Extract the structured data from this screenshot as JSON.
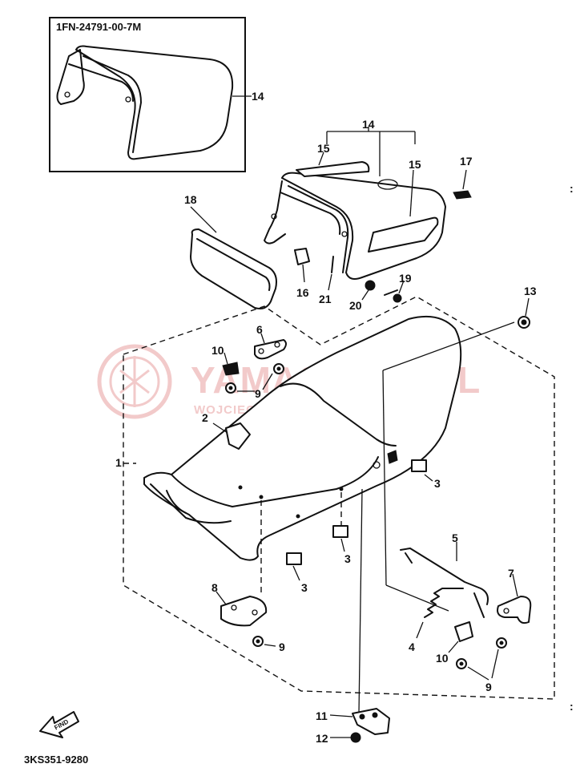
{
  "inset": {
    "part_code": "1FN-24791-00-7M",
    "callout": "14"
  },
  "diagram_code": "3KS351-9280",
  "find_icon": {
    "icon": "find-arrow-icon",
    "label": "FIND"
  },
  "watermark": {
    "brand": "YAMASKLEP.PL",
    "tagline": "WOJCIECHOWICZ - DEALER YAMAHA",
    "color": "#f2caca"
  },
  "callouts": {
    "p1": "1",
    "p2": "2",
    "p3a": "3",
    "p3b": "3",
    "p3c": "3",
    "p4": "4",
    "p5": "5",
    "p6": "6",
    "p7": "7",
    "p8": "8",
    "p9a": "9",
    "p9b": "9",
    "p9c": "9",
    "p10a": "10",
    "p10b": "10",
    "p11": "11",
    "p12": "12",
    "p13": "13",
    "p14": "14",
    "p15a": "15",
    "p15b": "15",
    "p16": "16",
    "p17": "17",
    "p18": "18",
    "p19": "19",
    "p20": "20",
    "p21": "21"
  }
}
